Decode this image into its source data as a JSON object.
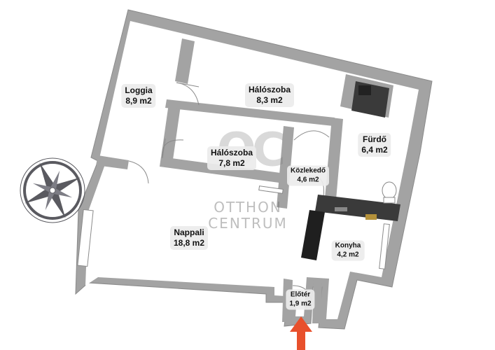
{
  "rooms": {
    "loggia": {
      "name": "Loggia",
      "area": "8,9 m2"
    },
    "bedroom1": {
      "name": "Hálószoba",
      "area": "8,3 m2"
    },
    "bedroom2": {
      "name": "Hálószoba",
      "area": "7,8 m2"
    },
    "bathroom": {
      "name": "Fürdő",
      "area": "6,4 m2"
    },
    "corridor": {
      "name": "Közlekedő",
      "area": "4,6 m2"
    },
    "living": {
      "name": "Nappali",
      "area": "18,8  m2"
    },
    "kitchen": {
      "name": "Konyha",
      "area": "4,2 m2"
    },
    "hall": {
      "name": "Előtér",
      "area": "1,9  m2"
    }
  },
  "watermark": {
    "logo": "OC",
    "line1": "OTTHON",
    "line2": "CENTRUM"
  },
  "colors": {
    "wall": "#a3a3a3",
    "wall_edge": "#8a8a8a",
    "entrance_arrow": "#e8502c",
    "compass": "#5a5a60"
  },
  "icons": [
    "compass-rose-icon",
    "entrance-arrow-icon",
    "toilet-icon",
    "boiler-icon"
  ]
}
